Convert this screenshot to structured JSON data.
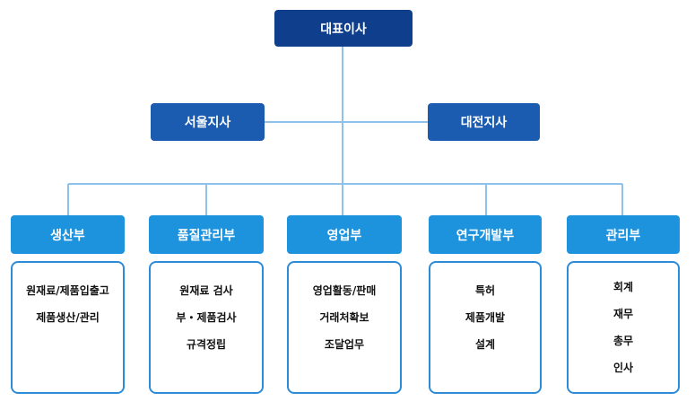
{
  "colors": {
    "ceo_fill": "#0f3f8c",
    "branch_fill": "#1b5bb0",
    "department_fill": "#1d93de",
    "duty_border": "#2f8bd6",
    "connector_line": "#8ec2ea"
  },
  "ceo": {
    "label": "대표이사"
  },
  "branches": [
    {
      "label": "서울지사"
    },
    {
      "label": "대전지사"
    }
  ],
  "departments": [
    {
      "label": "생산부",
      "duties": [
        "원재료/제품입출고",
        "제품생산/관리"
      ]
    },
    {
      "label": "품질관리부",
      "duties": [
        "원재료 검사",
        "부・제품검사",
        "규격정립"
      ]
    },
    {
      "label": "영업부",
      "duties": [
        "영업활동/판매",
        "거래처확보",
        "조달업무"
      ]
    },
    {
      "label": "연구개발부",
      "duties": [
        "특허",
        "제품개발",
        "설계"
      ]
    },
    {
      "label": "관리부",
      "duties": [
        "회계",
        "재무",
        "총무",
        "인사"
      ]
    }
  ]
}
